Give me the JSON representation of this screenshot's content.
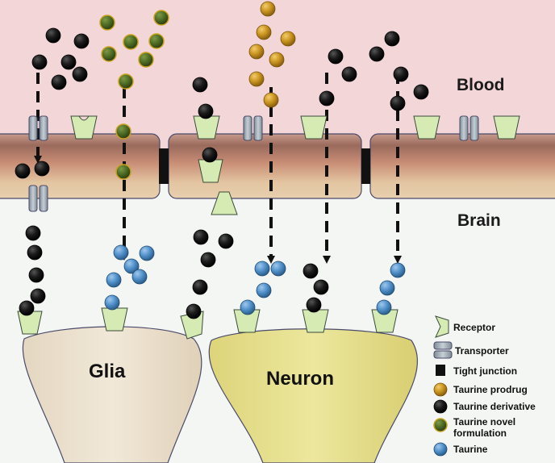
{
  "regions": {
    "blood_label": "Blood",
    "brain_label": "Brain"
  },
  "cells": {
    "glia_label": "Glia",
    "neuron_label": "Neuron"
  },
  "legend": {
    "items": [
      {
        "key": "receptor",
        "label": "Receptor"
      },
      {
        "key": "transporter",
        "label": "Transporter"
      },
      {
        "key": "tight_junction",
        "label": "Tight junction"
      },
      {
        "key": "prodrug",
        "label": "Taurine prodrug"
      },
      {
        "key": "derivative",
        "label": "Taurine derivative"
      },
      {
        "key": "novel",
        "label_line1": "Taurine novel",
        "label_line2": "formulation"
      },
      {
        "key": "taurine",
        "label": "Taurine"
      }
    ]
  },
  "colors": {
    "blood_bg": "#f3d6d8",
    "brain_bg": "#f4f6f4",
    "prodrug": "#c8931e",
    "derivative": "#141414",
    "novel": "#4d6a24",
    "taurine": "#4f8fc9",
    "receptor": "#d6ebb4",
    "transporter": "#a9b4bd",
    "glia": "#ebe0cc",
    "neuron": "#e6e08e"
  }
}
